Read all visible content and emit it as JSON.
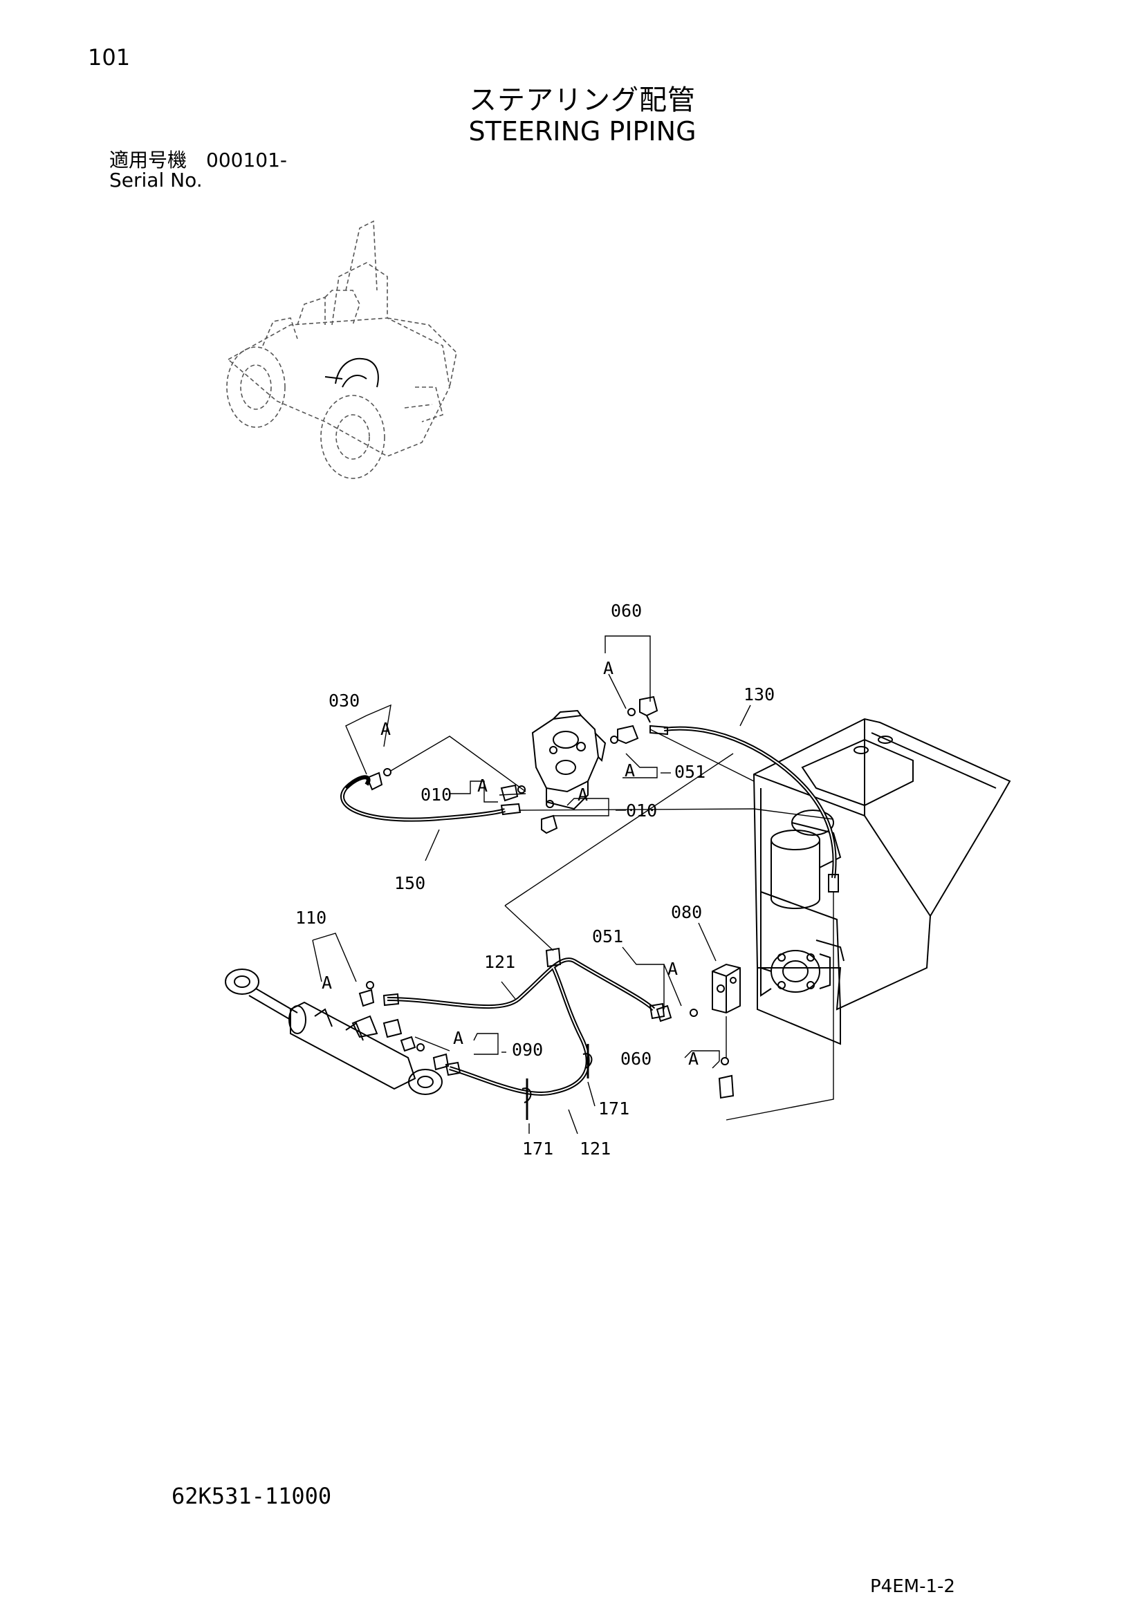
{
  "header": {
    "page_number": "101",
    "title_jp": "ステアリング配管",
    "title_en": "STEERING PIPING",
    "serial_label_jp": "適用号機　000101-",
    "serial_label_en": "Serial No."
  },
  "footer": {
    "part_number": "62K531-11000",
    "figure_code": "P4EM-1-2"
  },
  "callouts": {
    "c060_top": "060",
    "a_060_top": "A",
    "c130": "130",
    "c030": "030",
    "a_030": "A",
    "c010_left": "010",
    "a_010_left": "A",
    "a_010_right": "A",
    "c010_right": "010",
    "a_051_top": "A",
    "c051_top": "051",
    "c150": "150",
    "c110": "110",
    "a_110": "A",
    "c121_top": "121",
    "c051_mid": "051",
    "a_051_mid": "A",
    "c080": "080",
    "a_090": "A",
    "c090": "090",
    "c060_bottom": "060",
    "a_060_bottom": "A",
    "c171_right": "171",
    "c171_bottom": "171",
    "c121_bottom": "121"
  }
}
